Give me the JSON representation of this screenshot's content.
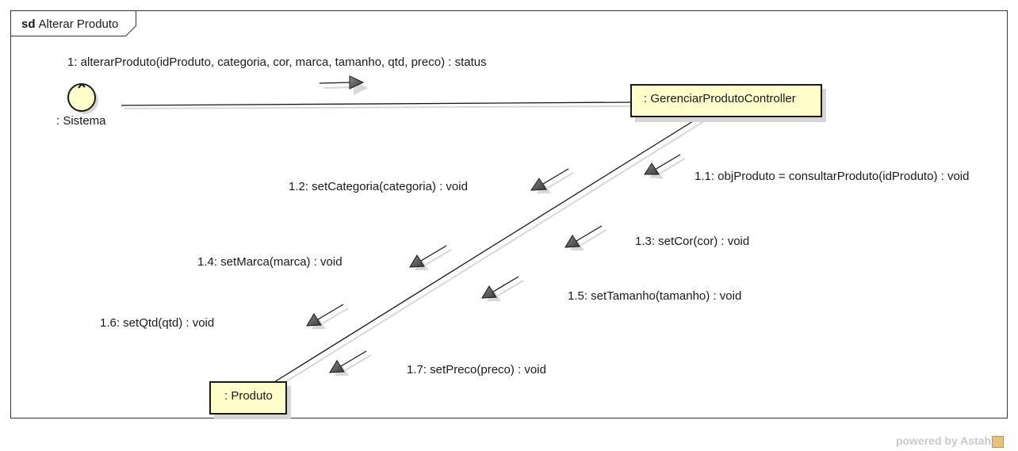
{
  "frame": {
    "keyword": "sd",
    "name": "Alterar Produto"
  },
  "actor": {
    "label": ": Sistema"
  },
  "objects": {
    "controller": ": GerenciarProdutoController",
    "produto": ": Produto"
  },
  "messages": [
    {
      "id": "m1",
      "text": "1: alterarProduto(idProduto, categoria, cor, marca, tamanho, qtd, preco) : status"
    },
    {
      "id": "m11",
      "text": "1.1: objProduto = consultarProduto(idProduto) : void"
    },
    {
      "id": "m12",
      "text": "1.2: setCategoria(categoria) : void"
    },
    {
      "id": "m13",
      "text": "1.3: setCor(cor) : void"
    },
    {
      "id": "m14",
      "text": "1.4: setMarca(marca) : void"
    },
    {
      "id": "m15",
      "text": "1.5: setTamanho(tamanho) : void"
    },
    {
      "id": "m16",
      "text": "1.6: setQtd(qtd) : void"
    },
    {
      "id": "m17",
      "text": "1.7: setPreco(preco) : void"
    }
  ],
  "footer": {
    "text": "powered by Astah"
  },
  "colors": {
    "object_fill": "#ffffcc",
    "actor_fill": "#ffffcc",
    "arrow_fill": "#555555",
    "shadow": "#d4d4d4"
  }
}
